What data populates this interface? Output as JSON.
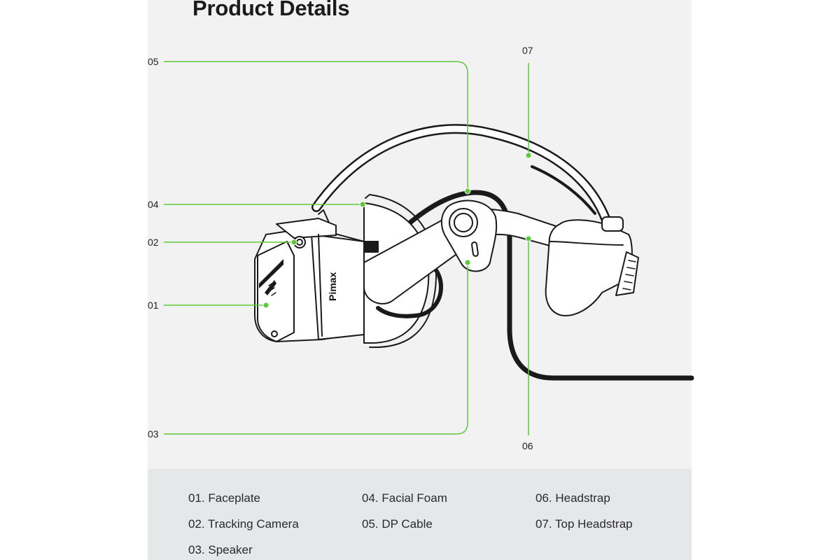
{
  "title": "Product Details",
  "brand": "Pimax",
  "colors": {
    "accent_green": "#5dc83a",
    "panel_bg": "#f2f2f2",
    "legend_bg": "#e6e7e9",
    "text_dark": "#1b1b1b"
  },
  "callouts": {
    "c01": "01",
    "c02": "02",
    "c03": "03",
    "c04": "04",
    "c05": "05",
    "c06": "06",
    "c07": "07"
  },
  "legend": {
    "items": [
      "01. Faceplate",
      "02. Tracking Camera",
      "03. Speaker",
      "04. Facial Foam",
      "05. DP Cable",
      "06. Headstrap",
      "07. Top Headstrap"
    ]
  }
}
